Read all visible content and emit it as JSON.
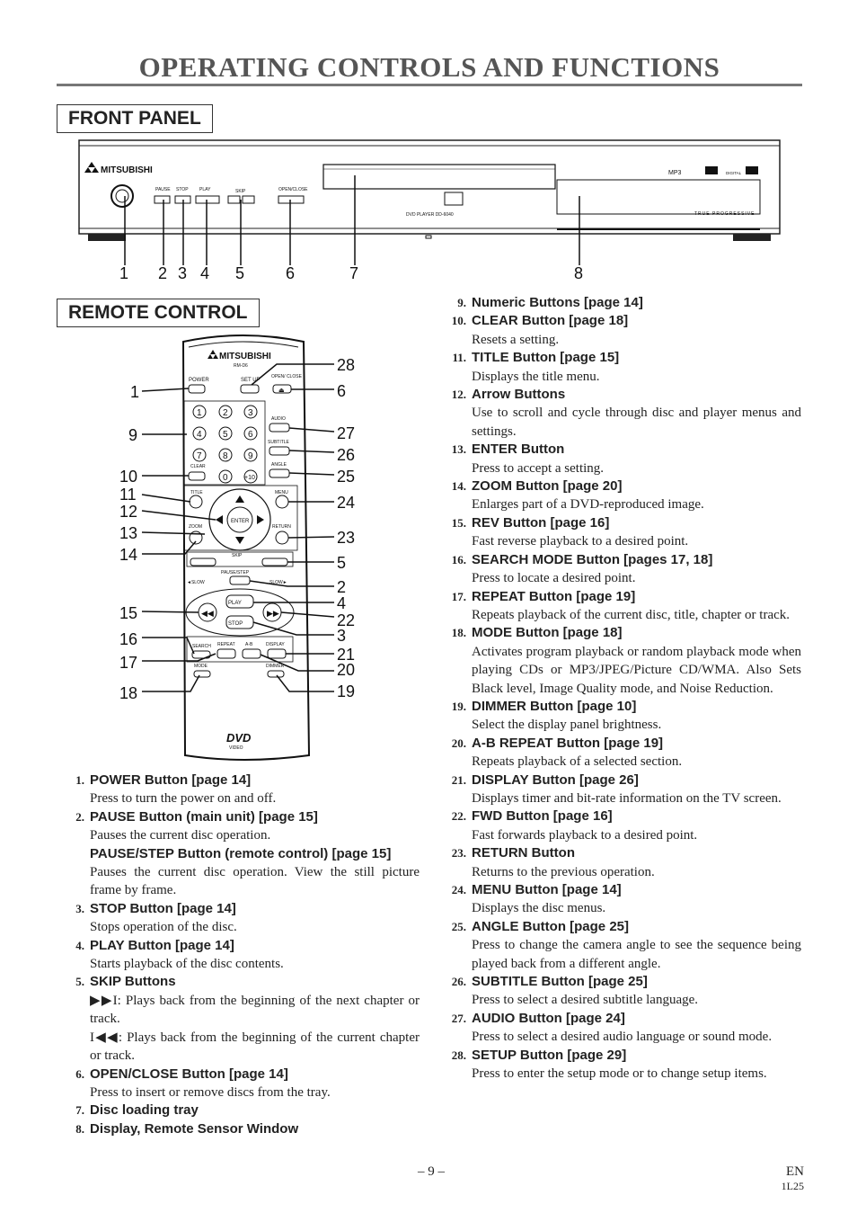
{
  "page": {
    "title": "OPERATING CONTROLS AND FUNCTIONS",
    "page_number": "– 9 –",
    "lang": "EN",
    "code": "1L25"
  },
  "front_panel": {
    "heading": "FRONT PANEL",
    "brand": "MITSUBISHI",
    "labels": {
      "pause": "PAUSE",
      "stop": "STOP",
      "play": "PLAY",
      "skip": "SKIP",
      "open_close": "OPEN/CLOSE",
      "model": "DVD PLAYER DD-6040",
      "mp3": "MP3",
      "digital": "DIGITAL",
      "progressive": "TRUE PROGRESSIVE"
    },
    "callouts": [
      "1",
      "2",
      "3",
      "4",
      "5",
      "6",
      "7",
      "8"
    ]
  },
  "remote": {
    "heading": "REMOTE CONTROL",
    "brand": "MITSUBISHI",
    "model": "RM-D6",
    "labels": {
      "power": "POWER",
      "setup": "SET UP",
      "open_close": "OPEN/ CLOSE",
      "audio": "AUDIO",
      "subtitle": "SUBTITLE",
      "angle": "ANGLE",
      "clear": "CLEAR",
      "plus10": "+10",
      "title": "TITLE",
      "menu": "MENU",
      "zoom": "ZOOM",
      "return": "RETURN",
      "enter": "ENTER",
      "skip": "SKIP",
      "pause_step": "PAUSE/STEP",
      "slow_left": "◄SLOW",
      "slow_right": "SLOW►",
      "play": "PLAY",
      "stop": "STOP",
      "search": "SEARCH",
      "repeat": "REPEAT",
      "ab": "A-B",
      "display": "DISPLAY",
      "mode": "MODE",
      "dimmer": "DIMMER",
      "dvd": "DVD",
      "video": "VIDEO"
    },
    "digits": [
      "1",
      "2",
      "3",
      "4",
      "5",
      "6",
      "7",
      "8",
      "9",
      "0"
    ],
    "callouts_left": [
      "1",
      "9",
      "10",
      "11",
      "12",
      "13",
      "14",
      "15",
      "16",
      "17",
      "18"
    ],
    "callouts_right": [
      "28",
      "6",
      "27",
      "26",
      "25",
      "24",
      "23",
      "5",
      "2",
      "4",
      "22",
      "3",
      "21",
      "20",
      "19"
    ]
  },
  "items_left": [
    {
      "num": "1.",
      "label": "POWER Button [page 14]",
      "desc": "Press to turn the power on and off."
    },
    {
      "num": "2.",
      "label": "PAUSE Button (main unit) [page 15]",
      "desc": "Pauses the current disc operation.",
      "sub": "PAUSE/STEP Button (remote control) [page 15]",
      "desc2": "Pauses the current disc operation. View the still picture frame by frame."
    },
    {
      "num": "3.",
      "label": "STOP Button [page 14]",
      "desc": "Stops operation of the disc."
    },
    {
      "num": "4.",
      "label": "PLAY Button [page 14]",
      "desc": "Starts playback of the disc contents."
    },
    {
      "num": "5.",
      "label": "SKIP Buttons",
      "desc": "▶▶I: Plays back from the beginning of the next chapter or track.",
      "desc2": "I◀◀: Plays back from the beginning of the current chapter or track."
    },
    {
      "num": "6.",
      "label": "OPEN/CLOSE Button [page 14]",
      "desc": "Press to insert or remove discs from the tray."
    },
    {
      "num": "7.",
      "label": "Disc loading tray"
    },
    {
      "num": "8.",
      "label": "Display, Remote Sensor Window"
    }
  ],
  "items_right": [
    {
      "num": "9.",
      "label": "Numeric Buttons [page 14]"
    },
    {
      "num": "10.",
      "label": "CLEAR Button [page 18]",
      "desc": "Resets a setting."
    },
    {
      "num": "11.",
      "label": "TITLE Button [page 15]",
      "desc": "Displays the title menu."
    },
    {
      "num": "12.",
      "label": "Arrow Buttons",
      "desc": "Use to scroll and cycle through disc and player menus and settings."
    },
    {
      "num": "13.",
      "label": "ENTER Button",
      "desc": "Press to accept a setting."
    },
    {
      "num": "14.",
      "label": "ZOOM Button [page 20]",
      "desc": "Enlarges part of a DVD-reproduced image."
    },
    {
      "num": "15.",
      "label": "REV Button [page 16]",
      "desc": "Fast reverse playback to a desired point."
    },
    {
      "num": "16.",
      "label": "SEARCH MODE Button [pages 17, 18]",
      "desc": "Press to locate a desired point."
    },
    {
      "num": "17.",
      "label": "REPEAT Button [page 19]",
      "desc": "Repeats playback of the current disc, title, chapter or track."
    },
    {
      "num": "18.",
      "label": "MODE Button [page 18]",
      "desc": "Activates program playback or random playback mode when playing CDs or MP3/JPEG/Picture CD/WMA. Also Sets Black level, Image Quality mode, and Noise Reduction."
    },
    {
      "num": "19.",
      "label": "DIMMER Button [page 10]",
      "desc": "Select the display panel brightness."
    },
    {
      "num": "20.",
      "label": "A-B REPEAT Button [page 19]",
      "desc": "Repeats playback of a selected section."
    },
    {
      "num": "21.",
      "label": "DISPLAY Button [page 26]",
      "desc": "Displays timer and bit-rate information on the TV screen."
    },
    {
      "num": "22.",
      "label": "FWD Button [page 16]",
      "desc": "Fast forwards playback to a desired point."
    },
    {
      "num": "23.",
      "label": "RETURN Button",
      "desc": "Returns to the previous operation."
    },
    {
      "num": "24.",
      "label": "MENU Button [page 14]",
      "desc": "Displays the disc menus."
    },
    {
      "num": "25.",
      "label": "ANGLE Button [page 25]",
      "desc": "Press to change the camera angle to see the sequence being played back from a different angle."
    },
    {
      "num": "26.",
      "label": "SUBTITLE Button [page 25]",
      "desc": "Press to select a desired subtitle language."
    },
    {
      "num": "27.",
      "label": "AUDIO Button [page 24]",
      "desc": "Press to select a desired audio language or sound mode."
    },
    {
      "num": "28.",
      "label": "SETUP Button [page 29]",
      "desc": "Press to enter the setup mode or to change setup items."
    }
  ]
}
